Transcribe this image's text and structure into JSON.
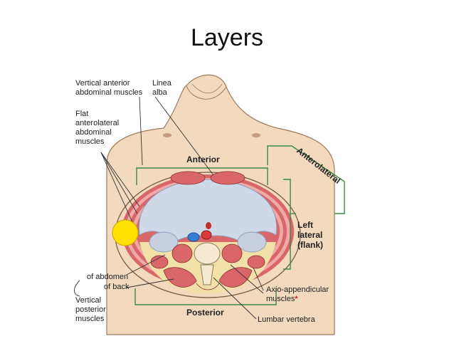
{
  "slide": {
    "title": "Layers"
  },
  "labels": {
    "vertical_anterior_1": "Vertical anterior",
    "vertical_anterior_2": "abdominal muscles",
    "linea_1": "Linea",
    "linea_2": "alba",
    "flat_1": "Flat",
    "flat_2": "anterolateral",
    "flat_3": "abdominal",
    "flat_4": "muscles",
    "anterior": "Anterior",
    "anterolateral": "Anterolateral",
    "left_lateral_1": "Left",
    "left_lateral_2": "lateral",
    "left_lateral_3": "(flank)",
    "of_abdomen": "of abdomen",
    "of_back": "of back",
    "vertical_posterior_1": "Vertical",
    "vertical_posterior_2": "posterior",
    "vertical_posterior_3": "muscles",
    "axio_1": "Axio-appendicular",
    "axio_2": "muscles",
    "asterisk": "*",
    "posterior": "Posterior",
    "lumbar": "Lumbar vertebra"
  },
  "colors": {
    "muscle": "#d9676a",
    "muscle_light": "#f0a9a6",
    "skin": "#f3d9bd",
    "cavity": "#cfd8e6",
    "fat": "#f1e1a8",
    "bone": "#f4ead2",
    "bracket": "#3b8a47",
    "highlight": "#ffe000",
    "asterisk": "#d62020"
  }
}
